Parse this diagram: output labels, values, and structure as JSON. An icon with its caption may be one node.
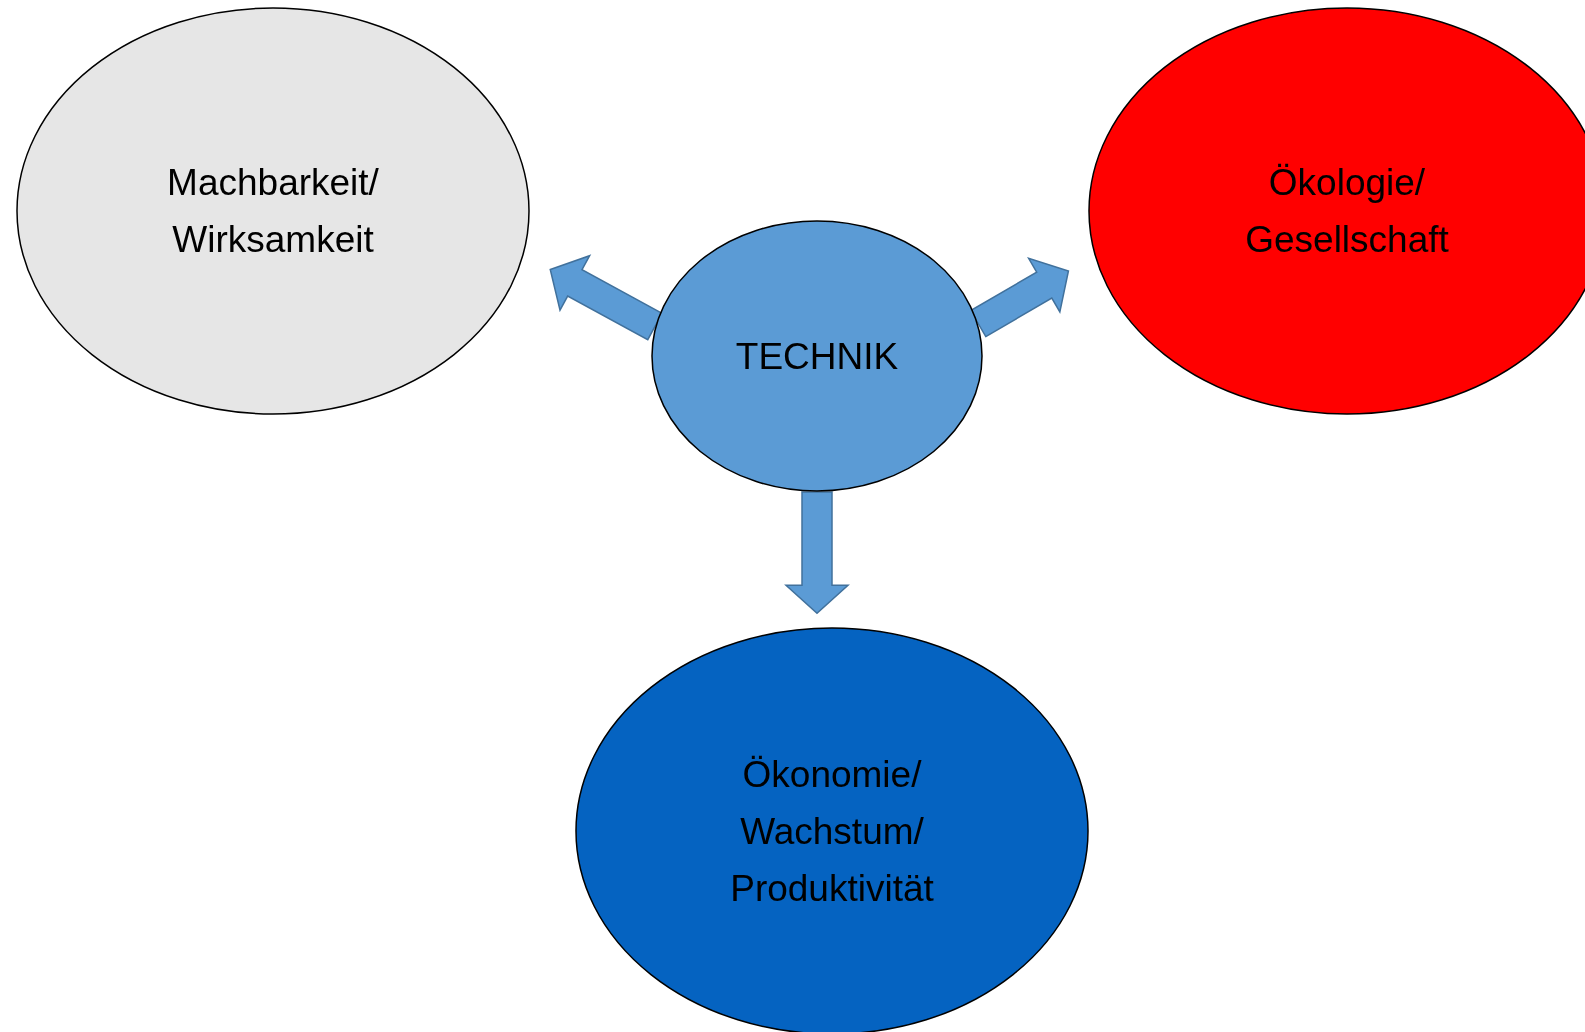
{
  "diagram": {
    "nodes": [
      {
        "text": [
          "Machbarkeit/ Wirksamkeit"
        ]
      },
      {
        "text": [
          "TECHNIK"
        ]
      },
      {
        "text": [
          "Ökologie/ Gesellschaft"
        ]
      },
      {
        "text": [
          "Ökonomie/ Wachstum/ Produktivität"
        ]
      }
    ],
    "edges": [
      {
        "from": 1,
        "to": 0,
        "arrow": "to"
      },
      {
        "from": 1,
        "to": 2,
        "arrow": "to"
      },
      {
        "from": 1,
        "to": 3,
        "arrow": "to"
      }
    ]
  }
}
